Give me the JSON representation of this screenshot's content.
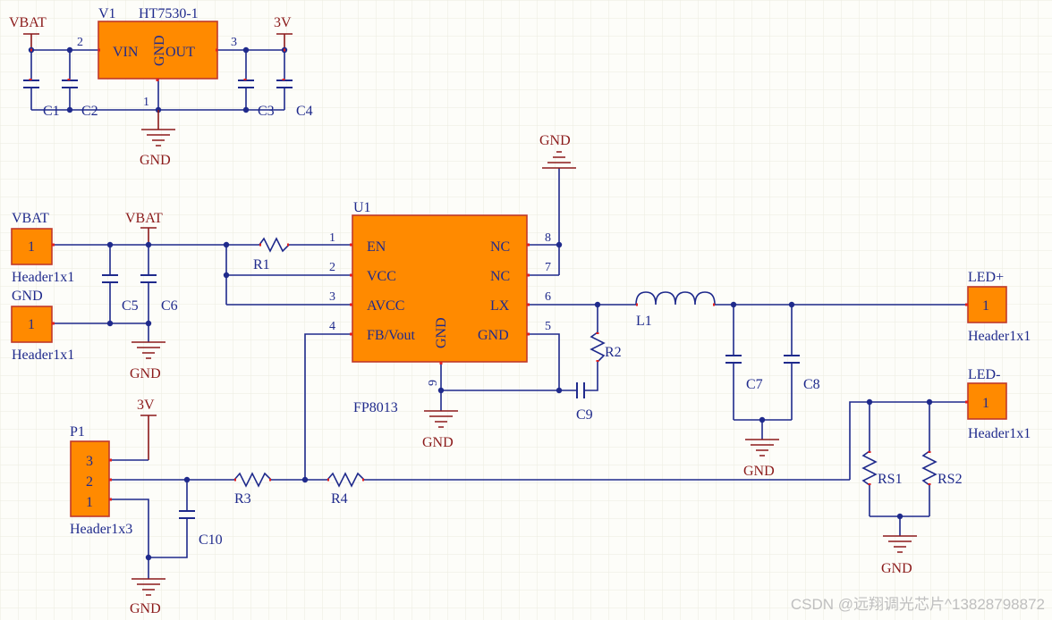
{
  "regulator": {
    "designator": "V1",
    "part": "HT7530-1",
    "vin": "VIN",
    "gnd": "GND",
    "out": "OUT",
    "pin_in": "2",
    "pin_out": "3",
    "pin_gnd": "1"
  },
  "power": {
    "vbat": "VBAT",
    "v3": "3V",
    "gnd": "GND"
  },
  "caps": {
    "c1": "C1",
    "c2": "C2",
    "c3": "C3",
    "c4": "C4",
    "c5": "C5",
    "c6": "C6",
    "c7": "C7",
    "c8": "C8",
    "c9": "C9",
    "c10": "C10"
  },
  "resistors": {
    "r1": "R1",
    "r2": "R2",
    "r3": "R3",
    "r4": "R4",
    "rs1": "RS1",
    "rs2": "RS2"
  },
  "inductor": "L1",
  "driver": {
    "designator": "U1",
    "part": "FP8013",
    "left_pins": [
      {
        "num": "1",
        "name": "EN"
      },
      {
        "num": "2",
        "name": "VCC"
      },
      {
        "num": "3",
        "name": "AVCC"
      },
      {
        "num": "4",
        "name": "FB/Vout"
      }
    ],
    "right_pins": [
      {
        "num": "8",
        "name": "NC"
      },
      {
        "num": "7",
        "name": "NC"
      },
      {
        "num": "6",
        "name": "LX"
      },
      {
        "num": "5",
        "name": "GND"
      }
    ],
    "center": "GND",
    "pin_bottom": "9"
  },
  "headers": {
    "vbat": {
      "net": "VBAT",
      "pin": "1",
      "part": "Header1x1"
    },
    "gnd": {
      "net": "GND",
      "pin": "1",
      "part": "Header1x1"
    },
    "led_plus": {
      "net": "LED+",
      "pin": "1",
      "part": "Header1x1"
    },
    "led_minus": {
      "net": "LED-",
      "pin": "1",
      "part": "Header1x1"
    },
    "p1": {
      "designator": "P1",
      "pins": [
        "3",
        "2",
        "1"
      ],
      "part": "Header1x3"
    }
  },
  "watermark": "CSDN @远翔调光芯片^13828798872",
  "colors": {
    "wire": "#1f2a8c",
    "component_fill": "#ff8a00",
    "component_border": "#c0392b",
    "power": "#8b1a1a",
    "grid": "#e9e9dd"
  }
}
